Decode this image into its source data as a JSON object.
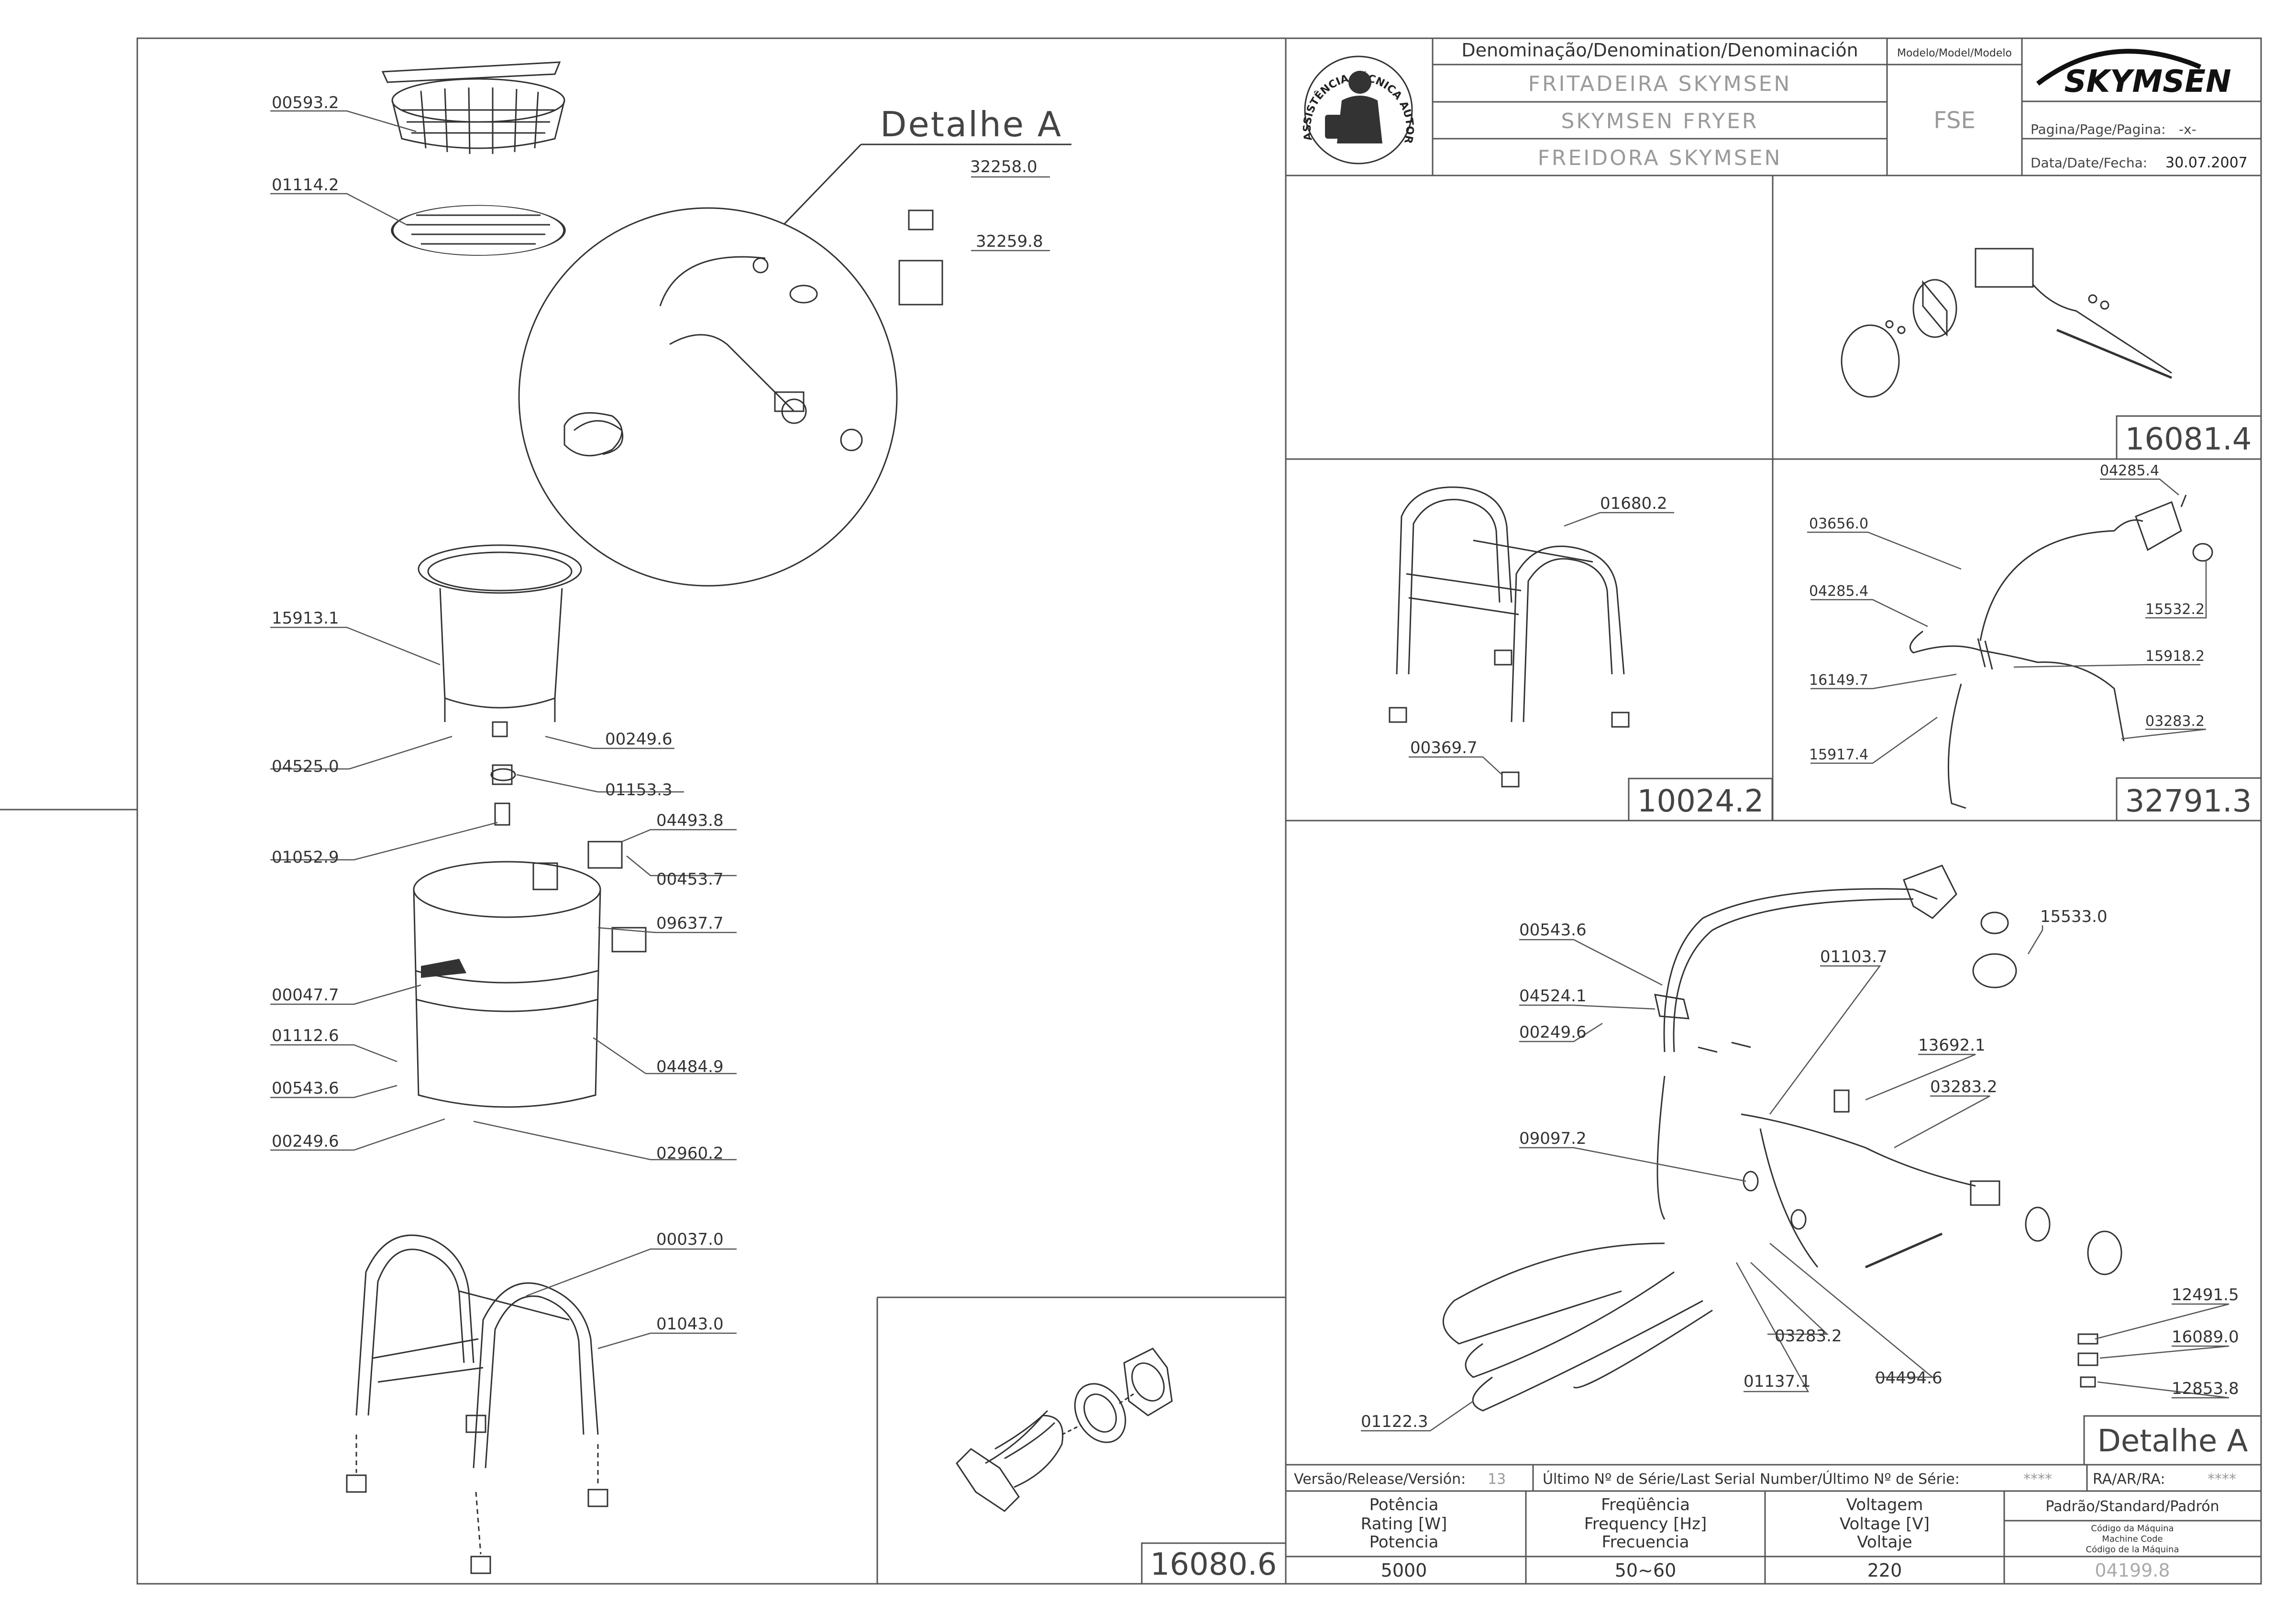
{
  "header": {
    "denomination_label": "Denominação/Denomination/Denominación",
    "name_pt": "FRITADEIRA SKYMSEN",
    "name_en": "SKYMSEN FRYER",
    "name_es": "FREIDORA SKYMSEN",
    "model_label": "Modelo/Model/Modelo",
    "model_value": "FSE",
    "brand": "SKYMSEN",
    "page_label": "Pagina/Page/Pagina:",
    "page_value": "-x-",
    "date_label": "Data/Date/Fecha:",
    "date_value": "30.07.2007",
    "seal_text": "ASSISTÊNCIA TÉCNICA AUTORIZADA"
  },
  "detail_a_label": "Detalhe A",
  "left_parts": [
    "00593.2",
    "01114.2",
    "32258.0",
    "32259.8",
    "15913.1",
    "00249.6",
    "04525.0",
    "01153.3",
    "01052.9",
    "04493.8",
    "00453.7",
    "09637.7",
    "00047.7",
    "01112.6",
    "04484.9",
    "00543.6",
    "00249.6",
    "02960.2",
    "00037.0",
    "01043.0"
  ],
  "panels": {
    "p16081": {
      "code": "16081.4"
    },
    "p10024": {
      "code": "10024.2",
      "parts": [
        "01680.2",
        "00369.7"
      ]
    },
    "p32791": {
      "code": "32791.3",
      "parts": [
        "04285.4",
        "03656.0",
        "04285.4",
        "15532.2",
        "15918.2",
        "16149.7",
        "03283.2",
        "15917.4"
      ]
    },
    "p16080": {
      "code": "16080.6"
    },
    "detail": {
      "title": "Detalhe A",
      "parts": [
        "00543.6",
        "04524.1",
        "00249.6",
        "01103.7",
        "15533.0",
        "13692.1",
        "03283.2",
        "09097.2",
        "12491.5",
        "16089.0",
        "12853.8",
        "03283.2",
        "04494.6",
        "01137.1",
        "01122.3"
      ]
    }
  },
  "footer": {
    "version_label": "Versão/Release/Versión:",
    "version_value": "13",
    "serial_label": "Último Nº de Série/Last Serial Number/Último Nº de Série:",
    "serial_value": "****",
    "ra_label": "RA/AR/RA:",
    "ra_value": "****",
    "power_label": [
      "Potência",
      "Rating [W]",
      "Potencia"
    ],
    "power_value": "5000",
    "freq_label": [
      "Freqüência",
      "Frequency [Hz]",
      "Frecuencia"
    ],
    "freq_value": "50~60",
    "volt_label": [
      "Voltagem",
      "Voltage [V]",
      "Voltaje"
    ],
    "volt_value": "220",
    "standard_label": "Padrão/Standard/Padrón",
    "machine_code_label": [
      "Código da Máquina",
      "Machine Code",
      "Código de la Máquina"
    ],
    "machine_code_value": "04199.8"
  }
}
